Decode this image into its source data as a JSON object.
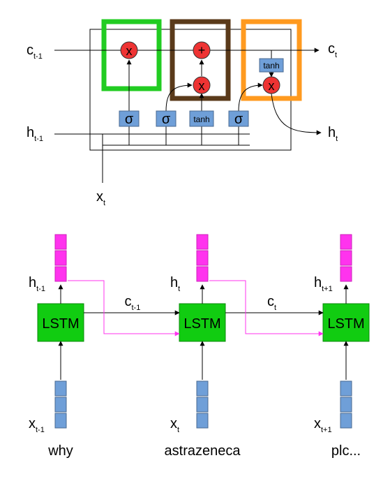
{
  "colors": {
    "forget_gate_box": "#22cc22",
    "input_gate_box": "#5a3a1a",
    "output_gate_box": "#ff9a1f",
    "op_circle": "#ee3333",
    "activation_box": "#6f9fd8",
    "lstm_block": "#11cc11",
    "hidden_vector": "#ff33ee",
    "input_vector": "#6f9fd8",
    "hidden_flow_line": "#ff33ee"
  },
  "cell": {
    "c_prev": {
      "base": "c",
      "sub": "t-1"
    },
    "c_next": {
      "base": "c",
      "sub": "t"
    },
    "h_prev": {
      "base": "h",
      "sub": "t-1"
    },
    "h_next": {
      "base": "h",
      "sub": "t"
    },
    "x_in": {
      "base": "x",
      "sub": "t"
    },
    "ops": {
      "multiply": "x",
      "add": "+"
    },
    "activations": {
      "sigma": "σ",
      "tanh": "tanh"
    }
  },
  "unrolled": {
    "block_label": "LSTM",
    "steps": [
      {
        "h": {
          "base": "h",
          "sub": "t-1"
        },
        "x": {
          "base": "x",
          "sub": "t-1"
        },
        "word": "why"
      },
      {
        "h": {
          "base": "h",
          "sub": "t"
        },
        "x": {
          "base": "x",
          "sub": "t"
        },
        "word": "astrazeneca"
      },
      {
        "h": {
          "base": "h",
          "sub": "t+1"
        },
        "x": {
          "base": "x",
          "sub": "t+1"
        },
        "word": "plc..."
      }
    ],
    "cell_links": [
      {
        "base": "c",
        "sub": "t-1"
      },
      {
        "base": "c",
        "sub": "t"
      }
    ]
  }
}
